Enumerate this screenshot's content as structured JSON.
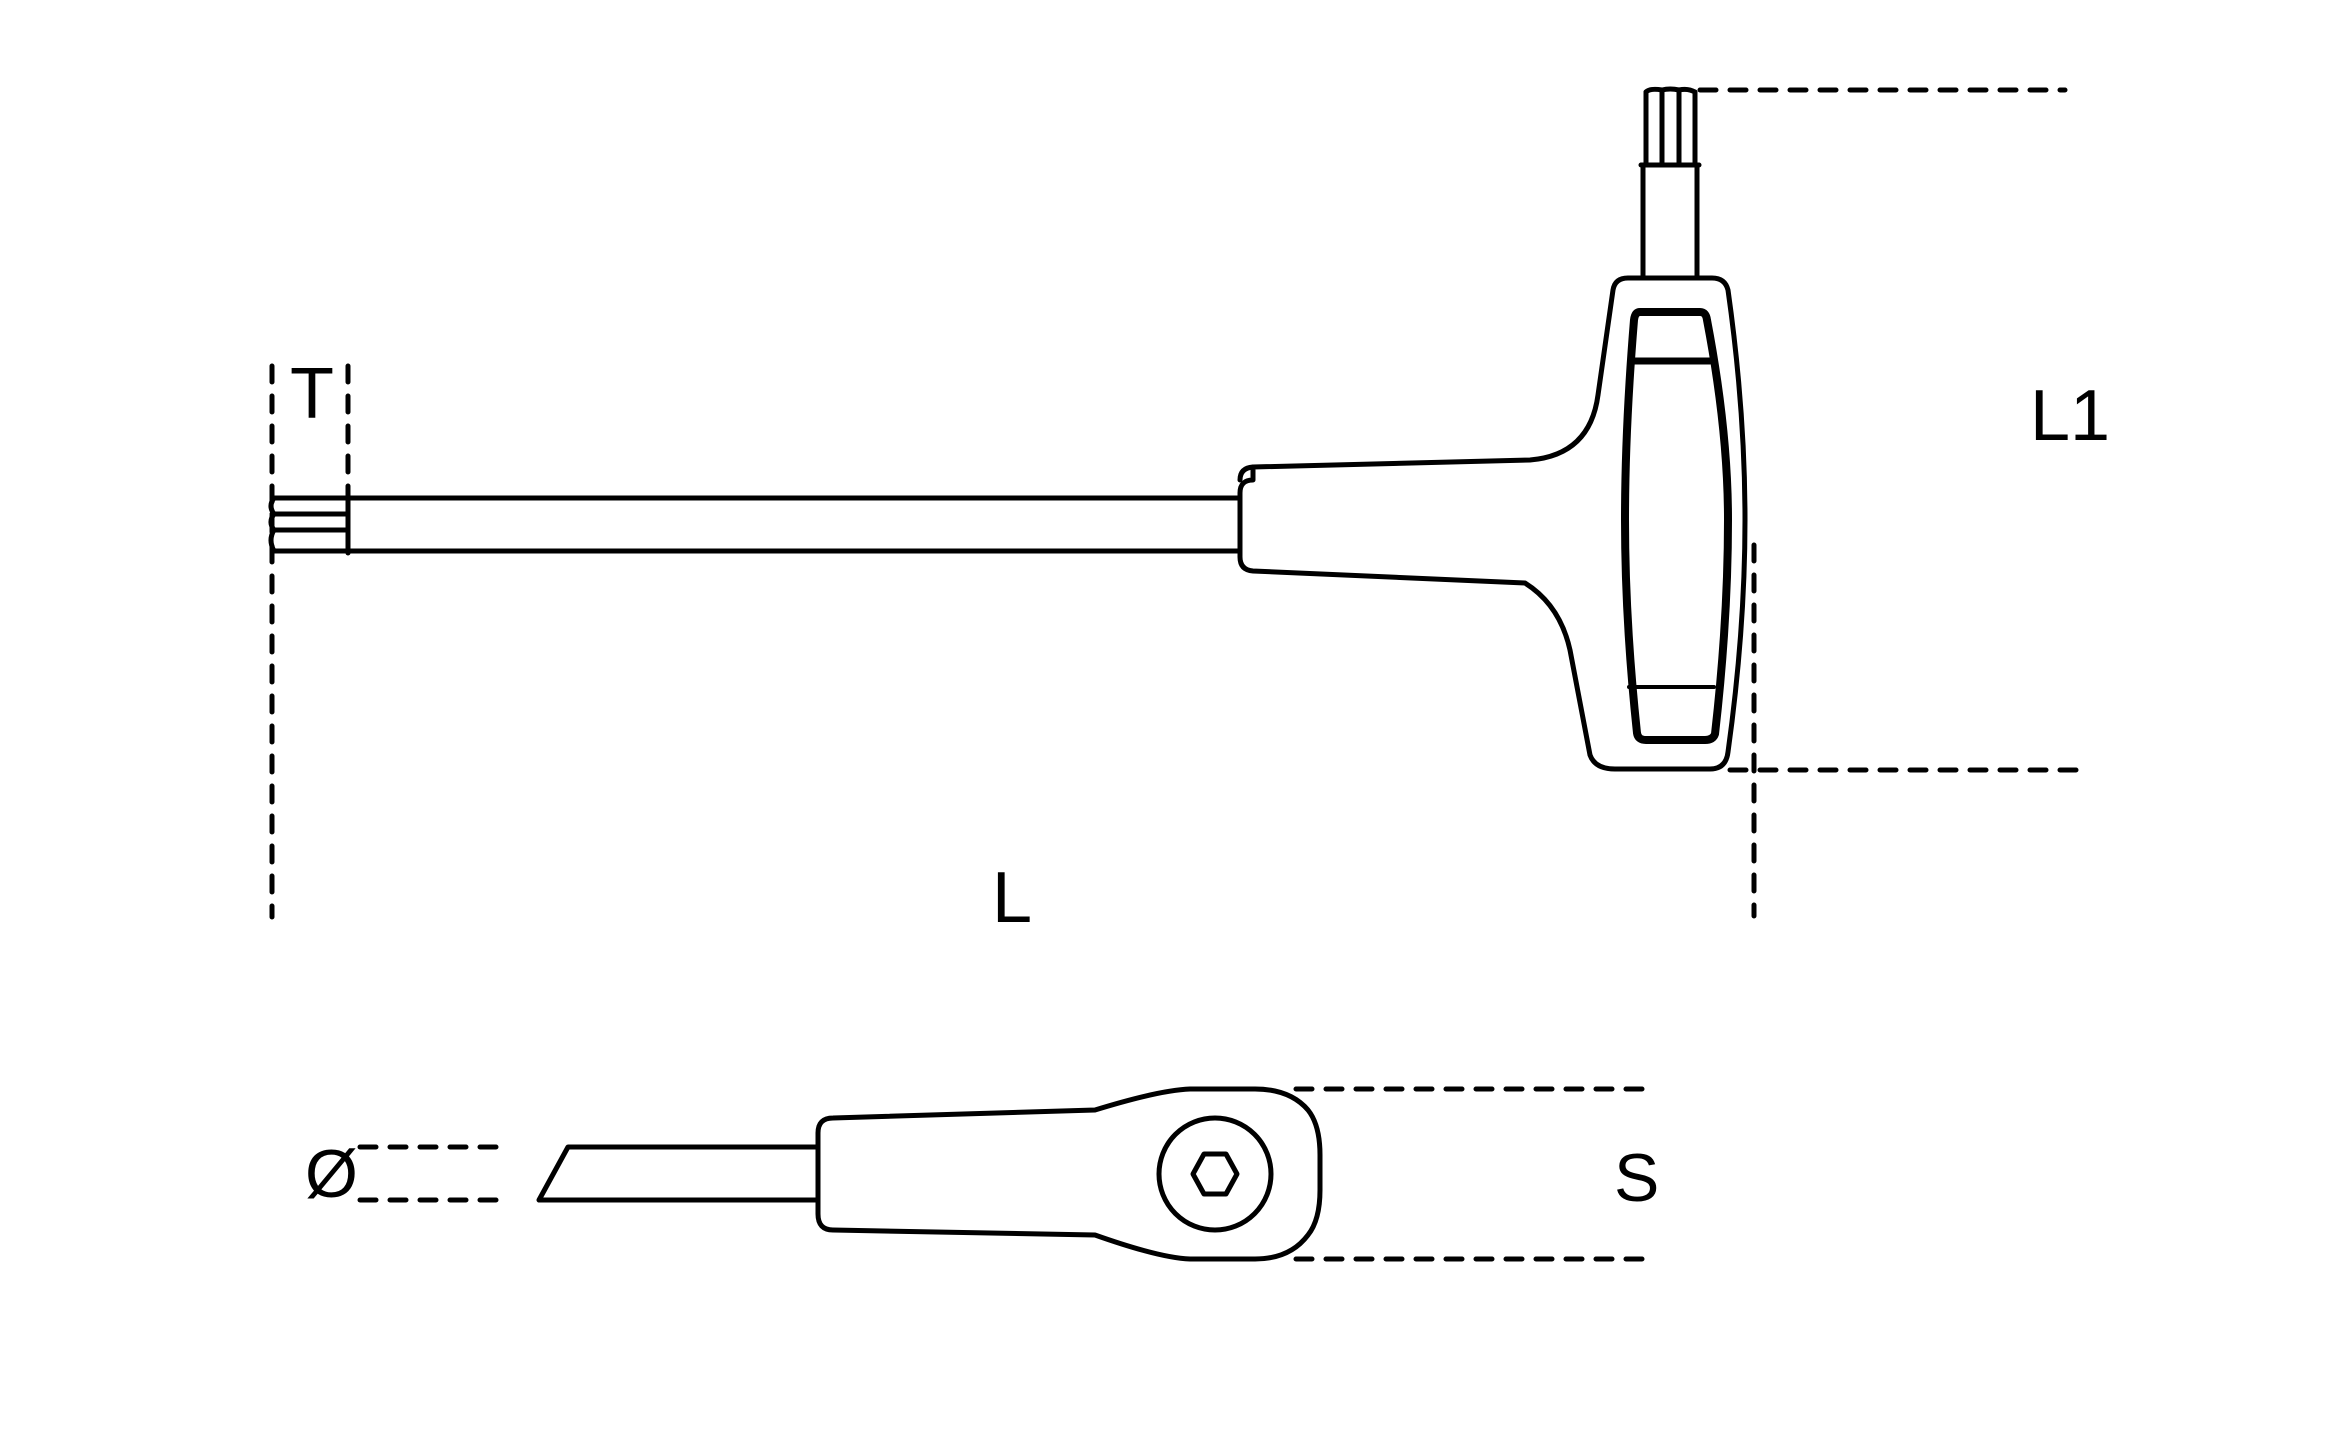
{
  "diagram": {
    "type": "technical-drawing",
    "subject": "T-handle hex key wrapped with handle, side view and top view",
    "colors": {
      "line": "#000000",
      "background": "#ffffff"
    },
    "dimension_labels": {
      "tip_length": "T",
      "overall_length": "L",
      "handle_height": "L1",
      "diameter": "Ø",
      "hex_size": "S"
    }
  }
}
